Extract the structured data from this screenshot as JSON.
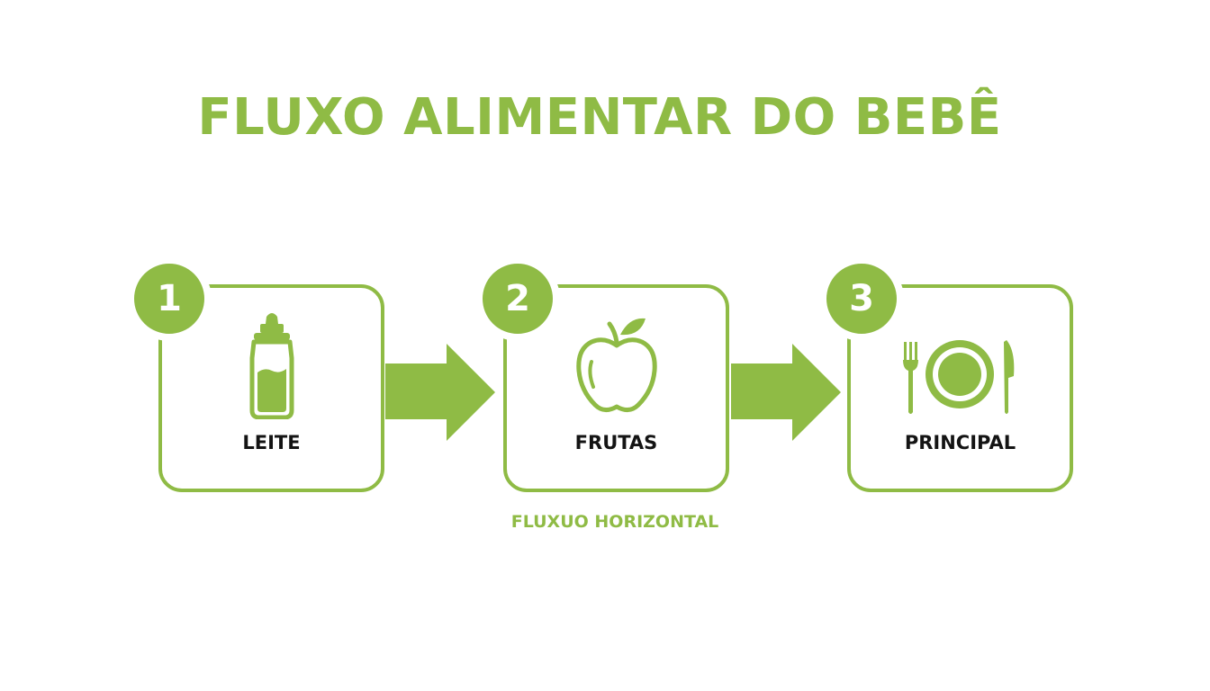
{
  "title": "FLUXO ALIMENTAR DO BEBÊ",
  "steps": [
    {
      "number": "1",
      "label": "LEITE",
      "icon": "baby-bottle-icon"
    },
    {
      "number": "2",
      "label": "FRUTAS",
      "icon": "apple-icon"
    },
    {
      "number": "3",
      "label": "PRINCIPAL",
      "icon": "plate-fork-knife-icon"
    }
  ],
  "caption": "FLUXUO HORIZONTAL",
  "colors": {
    "accent": "#8fbb45",
    "text": "#141414",
    "background": "#ffffff"
  }
}
